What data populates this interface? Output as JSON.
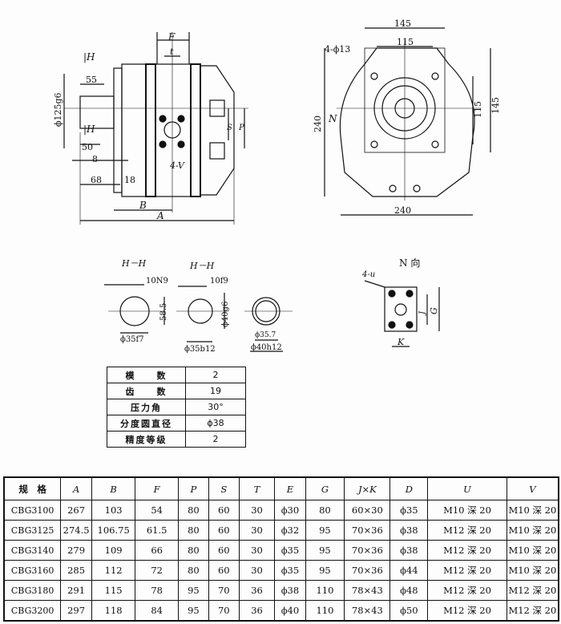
{
  "drawing": {
    "front_view": {
      "F": "F",
      "t": "t",
      "H_top": "|H",
      "H_bottom": "|H",
      "dim_55": "55",
      "dia_125": "ϕ125g6",
      "dim_50": "50",
      "dim_8": "8",
      "dim_68": "68",
      "dim_18": "18",
      "B": "B",
      "A": "A",
      "S": "S",
      "P": "P",
      "V": "4-V"
    },
    "side_view": {
      "dim_145": "145",
      "dim_115_top": "115",
      "holes": "4-ϕ13",
      "N": "N",
      "dim_240_left": "240",
      "dim_115_right": "115",
      "dim_145_right": "145",
      "dim_240_bottom": "240"
    },
    "sections": [
      {
        "title": "H－H",
        "key": "10N9",
        "height": "58.5",
        "dia": "ϕ35f7"
      },
      {
        "title": "H－H",
        "key": "10f9",
        "dia_outer": "ϕ40g6",
        "dia": "ϕ35b12"
      },
      {
        "dia_inner": "ϕ35.7",
        "dia_outer": "ϕ40h12"
      }
    ],
    "n_view": {
      "title": "N 向",
      "holes": "4-u",
      "J": "J",
      "G": "G",
      "K": "K"
    }
  },
  "gear_params": [
    {
      "label": "模　　数",
      "value": "2"
    },
    {
      "label": "齿　　数",
      "value": "19"
    },
    {
      "label": "压力角",
      "value": "30°"
    },
    {
      "label": "分度圆直径",
      "value": "ϕ38"
    },
    {
      "label": "精度等级",
      "value": "2"
    }
  ],
  "spec_table": {
    "headers": [
      "规　格",
      "A",
      "B",
      "F",
      "P",
      "S",
      "T",
      "E",
      "G",
      "J×K",
      "D",
      "U",
      "V"
    ],
    "rows": [
      [
        "CBG3100",
        "267",
        "103",
        "54",
        "80",
        "60",
        "30",
        "ϕ30",
        "80",
        "60×30",
        "ϕ35",
        "M10 深 20",
        "M10 深 20"
      ],
      [
        "CBG3125",
        "274.5",
        "106.75",
        "61.5",
        "80",
        "60",
        "30",
        "ϕ32",
        "95",
        "70×36",
        "ϕ38",
        "M12 深 20",
        "M10 深 20"
      ],
      [
        "CBG3140",
        "279",
        "109",
        "66",
        "80",
        "60",
        "30",
        "ϕ35",
        "95",
        "70×36",
        "ϕ38",
        "M12 深 20",
        "M10 深 20"
      ],
      [
        "CBG3160",
        "285",
        "112",
        "72",
        "80",
        "60",
        "30",
        "ϕ35",
        "95",
        "70×36",
        "ϕ44",
        "M12 深 20",
        "M10 深 20"
      ],
      [
        "CBG3180",
        "291",
        "115",
        "78",
        "95",
        "70",
        "36",
        "ϕ38",
        "110",
        "78×43",
        "ϕ48",
        "M12 深 20",
        "M12 深 20"
      ],
      [
        "CBG3200",
        "297",
        "118",
        "84",
        "95",
        "70",
        "36",
        "ϕ40",
        "110",
        "78×43",
        "ϕ50",
        "M12 深 20",
        "M12 深 20"
      ]
    ]
  }
}
